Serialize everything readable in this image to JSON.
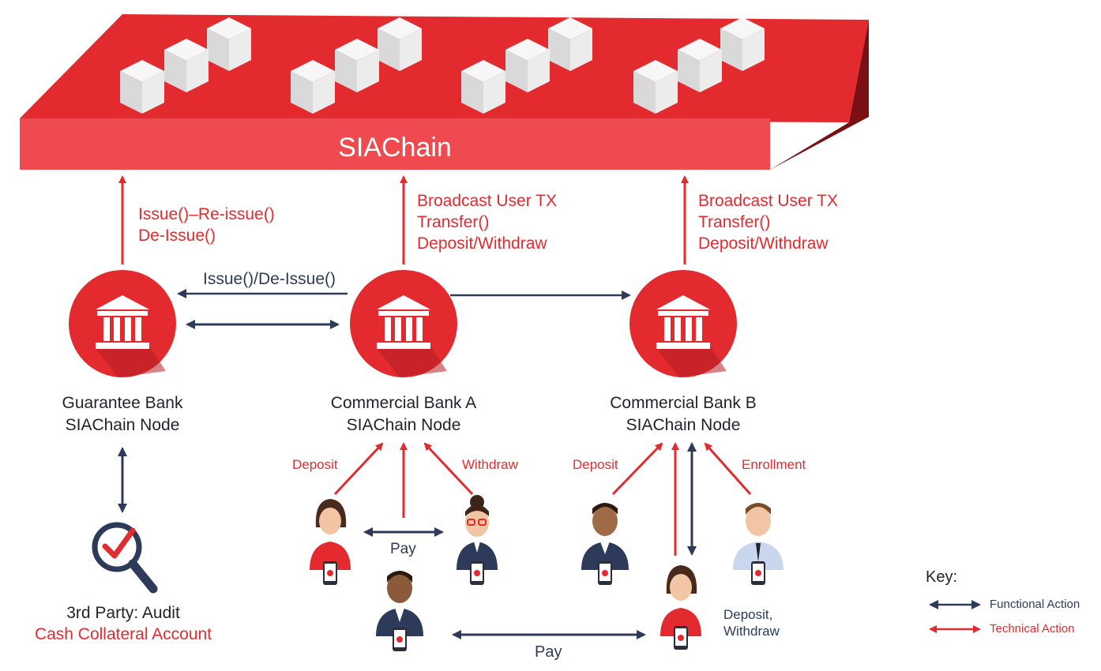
{
  "chain": {
    "title": "SIAChain"
  },
  "guarantee": {
    "line1": "Guarantee Bank",
    "line2": "SIAChain Node",
    "tech_action_1": "Issue()–Re-issue()",
    "tech_action_2": "De-Issue()"
  },
  "bank_a": {
    "line1": "Commercial Bank A",
    "line2": "SIAChain Node",
    "tech_action_1": "Broadcast User TX",
    "tech_action_2": "Transfer()",
    "tech_action_3": "Deposit/Withdraw"
  },
  "bank_b": {
    "line1": "Commercial Bank B",
    "line2": "SIAChain Node",
    "tech_action_1": "Broadcast User TX",
    "tech_action_2": "Transfer()",
    "tech_action_3": "Deposit/Withdraw"
  },
  "interbank": {
    "label": "Issue()/De-Issue()"
  },
  "bank_a_users": {
    "deposit": "Deposit",
    "withdraw": "Withdraw",
    "pay": "Pay"
  },
  "bank_b_users": {
    "deposit": "Deposit",
    "enrollment": "Enrollment",
    "note_1": "Deposit,",
    "note_2": "Withdraw"
  },
  "cross_pay": {
    "label": "Pay"
  },
  "audit": {
    "line1": "3rd Party: Audit",
    "line2": "Cash Collateral Account"
  },
  "key": {
    "title": "Key:",
    "functional": "Functional Action",
    "technical": "Technical Action"
  },
  "colors": {
    "red": "#e32b2f",
    "navy": "#2d3a5a",
    "dark_red": "#7a0f14",
    "light_red": "#ee4a50"
  }
}
